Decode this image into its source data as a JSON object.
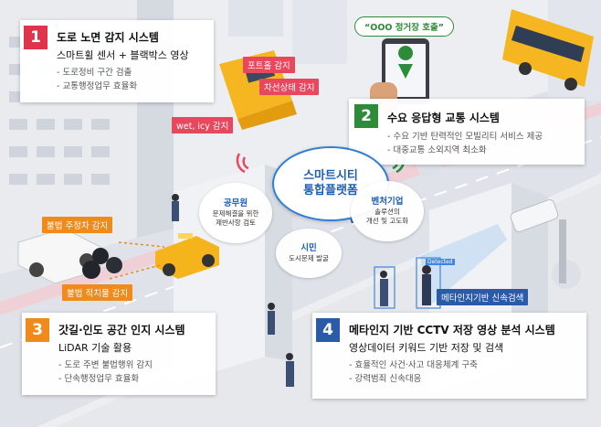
{
  "cards": [
    {
      "number": "1",
      "title": "도로 노면 감지 시스템",
      "subtitle": "스마트휠 센서 + 블랙박스 영상",
      "bullets": [
        "- 도로정비 구간 검출",
        "- 교통행정업무 효율화"
      ],
      "color": "#e0344a"
    },
    {
      "number": "2",
      "title": "수요 응답형 교통 시스템",
      "subtitle": "",
      "bullets": [
        "- 수요 기반 탄력적인 모빌리티 서비스 제공",
        "- 대중교통 소외지역 최소화"
      ],
      "color": "#2e8b3a"
    },
    {
      "number": "3",
      "title": "갓길·인도 공간 인지 시스템",
      "subtitle": "LiDAR 기술 활용",
      "bullets": [
        "- 도로 주변 불법행위 감지",
        "- 단속행정업무 효율화"
      ],
      "color": "#f08a1a"
    },
    {
      "number": "4",
      "title": "메타인지 기반 CCTV 저장 영상 분석 시스템",
      "subtitle": "영상데이터 키워드 기반 저장 및 검색",
      "bullets": [
        "- 효율적인 사건·사고 대응체계 구축",
        "- 강력범죄 신속대응"
      ],
      "color": "#2a5aa8"
    }
  ],
  "tags": {
    "pothole": "포트홀 감지",
    "lane": "차선상태 감지",
    "wet": "wet, icy 감지",
    "illegal_parking": "불법 주정차 감지",
    "illegal_dumping": "불법 적치물 감지",
    "meta_search": "메타인지기반 신속검색"
  },
  "phone_pill": "“OOO 정거장 호출”",
  "hub": {
    "line1": "스마트시티",
    "line2": "통합플랫폼"
  },
  "bubbles": {
    "official": {
      "title": "공무원",
      "desc1": "문제해결을 위한",
      "desc2": "제반사항 검토"
    },
    "citizen": {
      "title": "시민",
      "desc1": "도시문제 발굴"
    },
    "venture": {
      "title": "벤처기업",
      "desc1": "솔루션의",
      "desc2": "개선 및 고도화"
    }
  },
  "detected_label": "Detected",
  "colors": {
    "red": "#e8475e",
    "green": "#2e8b3a",
    "orange": "#f08a1a",
    "blue": "#2a5aa8",
    "hub": "#1d5fb5"
  }
}
